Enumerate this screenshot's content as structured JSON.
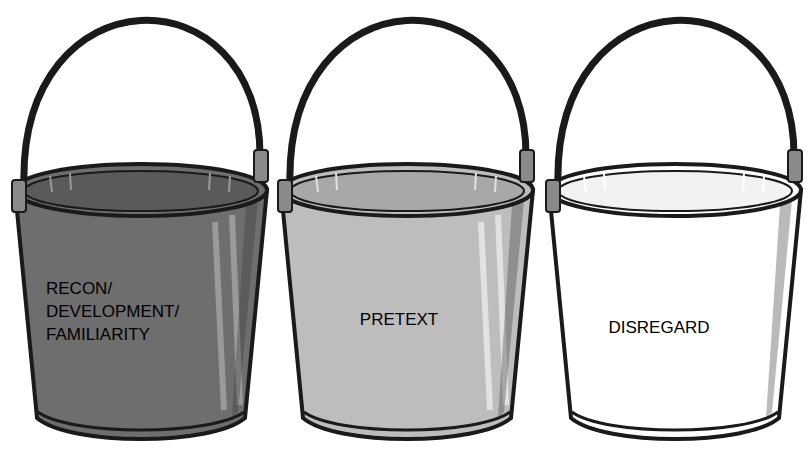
{
  "diagram": {
    "nodes": [
      {
        "text": [
          "RECON/ DEVELOPMENT/ FAMILIARITY"
        ]
      },
      {
        "text": [
          "PRETEXT"
        ]
      },
      {
        "text": [
          "DISREGARD"
        ]
      }
    ]
  }
}
